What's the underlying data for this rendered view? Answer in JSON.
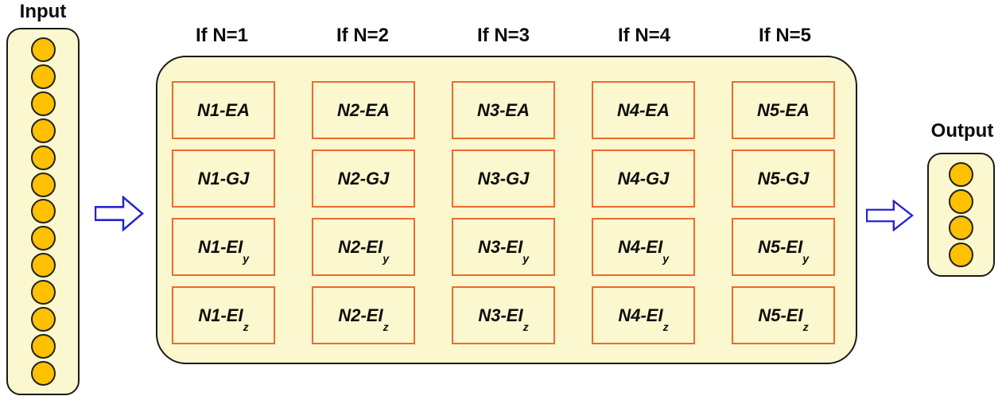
{
  "input_panel": {
    "label": "Input",
    "node_count": 13
  },
  "output_panel": {
    "label": "Output",
    "node_count": 4
  },
  "grid": {
    "headers": [
      "If N=1",
      "If N=2",
      "If N=3",
      "If N=4",
      "If N=5"
    ],
    "columns": [
      {
        "cells": [
          {
            "base": "N1-EA",
            "sub": ""
          },
          {
            "base": "N1-GJ",
            "sub": ""
          },
          {
            "base": "N1-EI",
            "sub": "y"
          },
          {
            "base": "N1-EI",
            "sub": "z"
          }
        ]
      },
      {
        "cells": [
          {
            "base": "N2-EA",
            "sub": ""
          },
          {
            "base": "N2-GJ",
            "sub": ""
          },
          {
            "base": "N2-EI",
            "sub": "y"
          },
          {
            "base": "N2-EI",
            "sub": "z"
          }
        ]
      },
      {
        "cells": [
          {
            "base": "N3-EA",
            "sub": ""
          },
          {
            "base": "N3-GJ",
            "sub": ""
          },
          {
            "base": "N3-EI",
            "sub": "y"
          },
          {
            "base": "N3-EI",
            "sub": "z"
          }
        ]
      },
      {
        "cells": [
          {
            "base": "N4-EA",
            "sub": ""
          },
          {
            "base": "N4-GJ",
            "sub": ""
          },
          {
            "base": "N4-EI",
            "sub": "y"
          },
          {
            "base": "N4-EI",
            "sub": "z"
          }
        ]
      },
      {
        "cells": [
          {
            "base": "N5-EA",
            "sub": ""
          },
          {
            "base": "N5-GJ",
            "sub": ""
          },
          {
            "base": "N5-EI",
            "sub": "y"
          },
          {
            "base": "N5-EI",
            "sub": "z"
          }
        ]
      }
    ]
  },
  "icons": {
    "flow_arrow_left": "block-arrow-right",
    "flow_arrow_right": "block-arrow-right"
  },
  "colors": {
    "panel_fill": "#FBF7CE",
    "node_fill": "#FFC000",
    "node_stroke": "#222222",
    "box_border": "#1a1a1a",
    "cell_border": "#ED6A2F",
    "arrow_stroke": "#2424CD",
    "text_color": "#0d0d0d"
  }
}
